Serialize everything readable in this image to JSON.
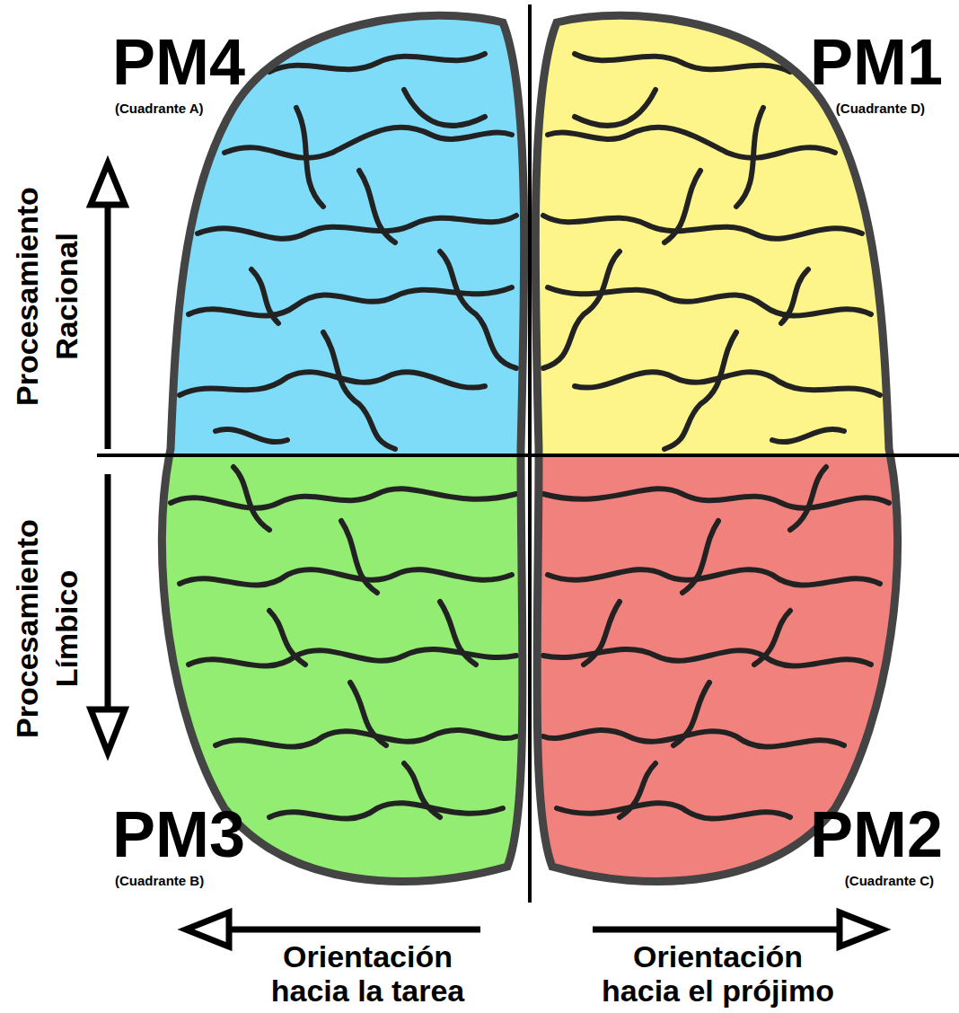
{
  "diagram": {
    "labels": [
      "PM4",
      "(Cuadrante A)",
      "PM1",
      "(Cuadrante D)",
      "Procesamiento Racional",
      "Procesamiento Límbico",
      "PM3",
      "(Cuadrante B)",
      "PM2",
      "(Cuadrante C)",
      "Orientación hacia la tarea",
      "Orientación hacia el prójimo"
    ]
  }
}
